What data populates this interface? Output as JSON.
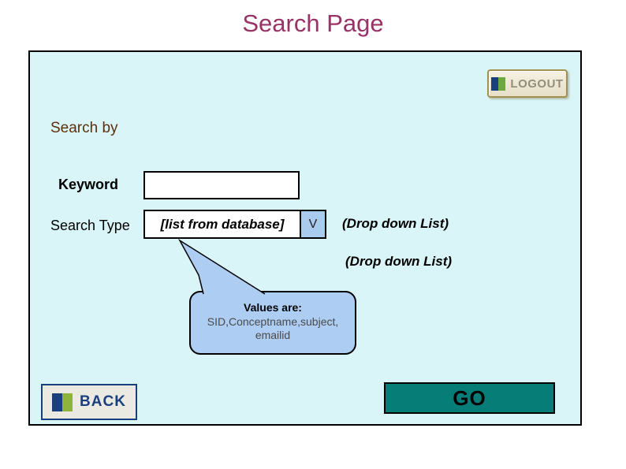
{
  "page": {
    "title": "Search Page"
  },
  "colors": {
    "panel_background": "#d9f5f7",
    "title_maroon": "#993366",
    "section_brown": "#5e2f0d",
    "callout_blue": "#aecdf3",
    "dropdown_arrow_blue": "#a9cbee",
    "go_teal": "#077d78",
    "back_navy": "#1a3f7e",
    "logout_gold": "#a38f4e"
  },
  "header": {
    "logout_label": "LOGOUT"
  },
  "form": {
    "section_label": "Search by",
    "keyword": {
      "label": "Keyword",
      "value": ""
    },
    "search_type": {
      "label": "Search Type",
      "selected_value": "[list from database]",
      "arrow_glyph": "V",
      "annotation": "(Drop down List)"
    },
    "annotation2": "(Drop down List)"
  },
  "callout": {
    "heading": "Values are:",
    "lines": [
      "SID,Conceptname,subject,",
      "emailid"
    ]
  },
  "footer": {
    "back_label": "BACK",
    "go_label": "GO"
  }
}
